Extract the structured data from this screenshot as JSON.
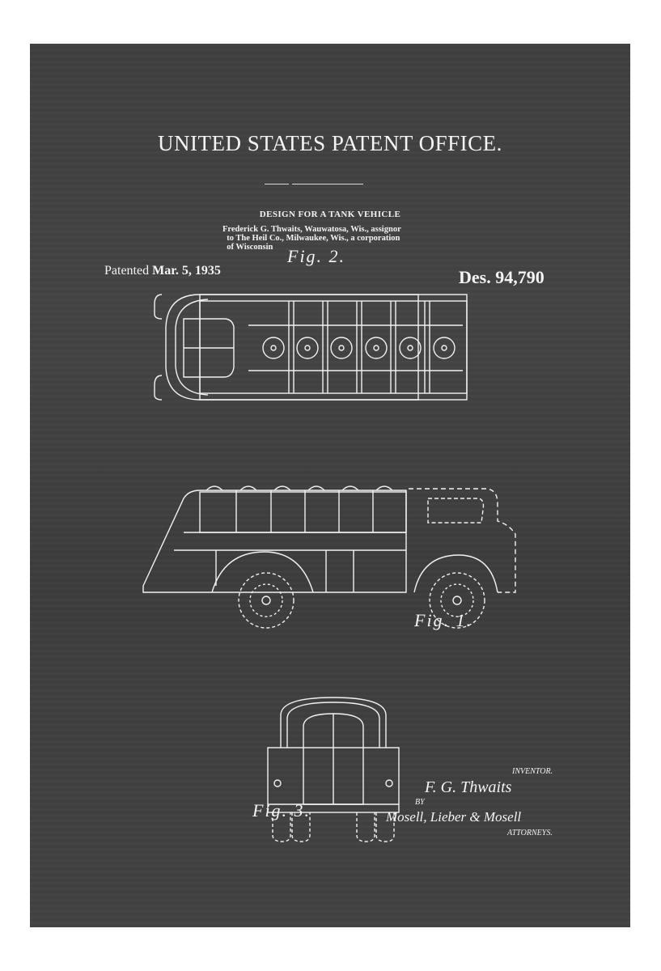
{
  "document": {
    "office": "UNITED STATES PATENT OFFICE.",
    "design_title": "DESIGN FOR A TANK VEHICLE",
    "inventor_lines": [
      "Frederick G. Thwaits, Wauwatosa, Wis., assignor",
      "  to The Heil Co., Milwaukee, Wis., a corporation",
      "  of Wisconsin"
    ],
    "patented_label": "Patented",
    "patented_date": "Mar. 5, 1935",
    "design_number": "Des. 94,790"
  },
  "figures": [
    {
      "label": "Fig. 2.",
      "view": "top"
    },
    {
      "label": "Fig. 1.",
      "view": "side"
    },
    {
      "label": "Fig. 3.",
      "view": "rear"
    }
  ],
  "signatures": {
    "inventor_label": "INVENTOR.",
    "inventor_signature": "F. G. Thwaits",
    "by_label": "BY",
    "attorneys_signature": "Mosell, Lieber & Mosell",
    "attorneys_label": "ATTORNEYS."
  },
  "colors": {
    "background": "#404040",
    "ink": "#f4f4f4",
    "margin": "#ffffff"
  }
}
